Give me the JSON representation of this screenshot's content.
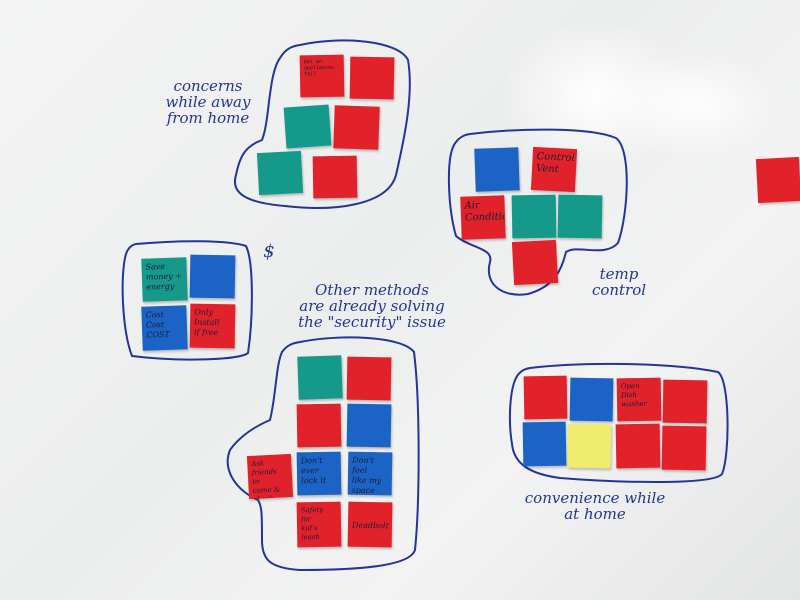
{
  "board": {
    "colors": {
      "red": "#e2222b",
      "teal": "#14998a",
      "blue": "#1b63c4",
      "yellow": "#eeec6e",
      "marker": "#23349a"
    },
    "labels": {
      "concerns": "concerns\nwhile away\nfrom home",
      "dollar": "$",
      "other_methods": "Other methods\nare already solving\nthe \"security\" issue",
      "temp_control": "temp\ncontrol",
      "convenience": "convenience while\nat home"
    },
    "notes": {
      "ca1": "Get an\nappliances\nfail",
      "ca2": "",
      "ca3": "",
      "ca4": "",
      "ca5": "",
      "ca6": "",
      "tc1": "",
      "tc2": "Control\nVent",
      "tc3": "Air\nCondition",
      "tc4": "",
      "tc5": "",
      "tc6": "",
      "sv1": "Save\nmoney +\nenergy",
      "sv2": "",
      "sv3": "Cost\nCost\nCOST",
      "sv4": "Only\nInstall\nif free",
      "om1": "",
      "om2": "",
      "om3": "",
      "om4": "",
      "om5": "Ask friends\nto\ncome & check",
      "om6": "Don't\never\nlock it",
      "om7": "Don't feel\nlike my\nspace",
      "om8": "Safety\nfor\nkid's leash",
      "om9": "Deadbolt",
      "ch1": "",
      "ch2": "",
      "ch3": "Open\nDish\nwasher",
      "ch4": "",
      "ch5": "",
      "ch6": "",
      "ch7": "",
      "ch8": "",
      "edge": ""
    }
  }
}
